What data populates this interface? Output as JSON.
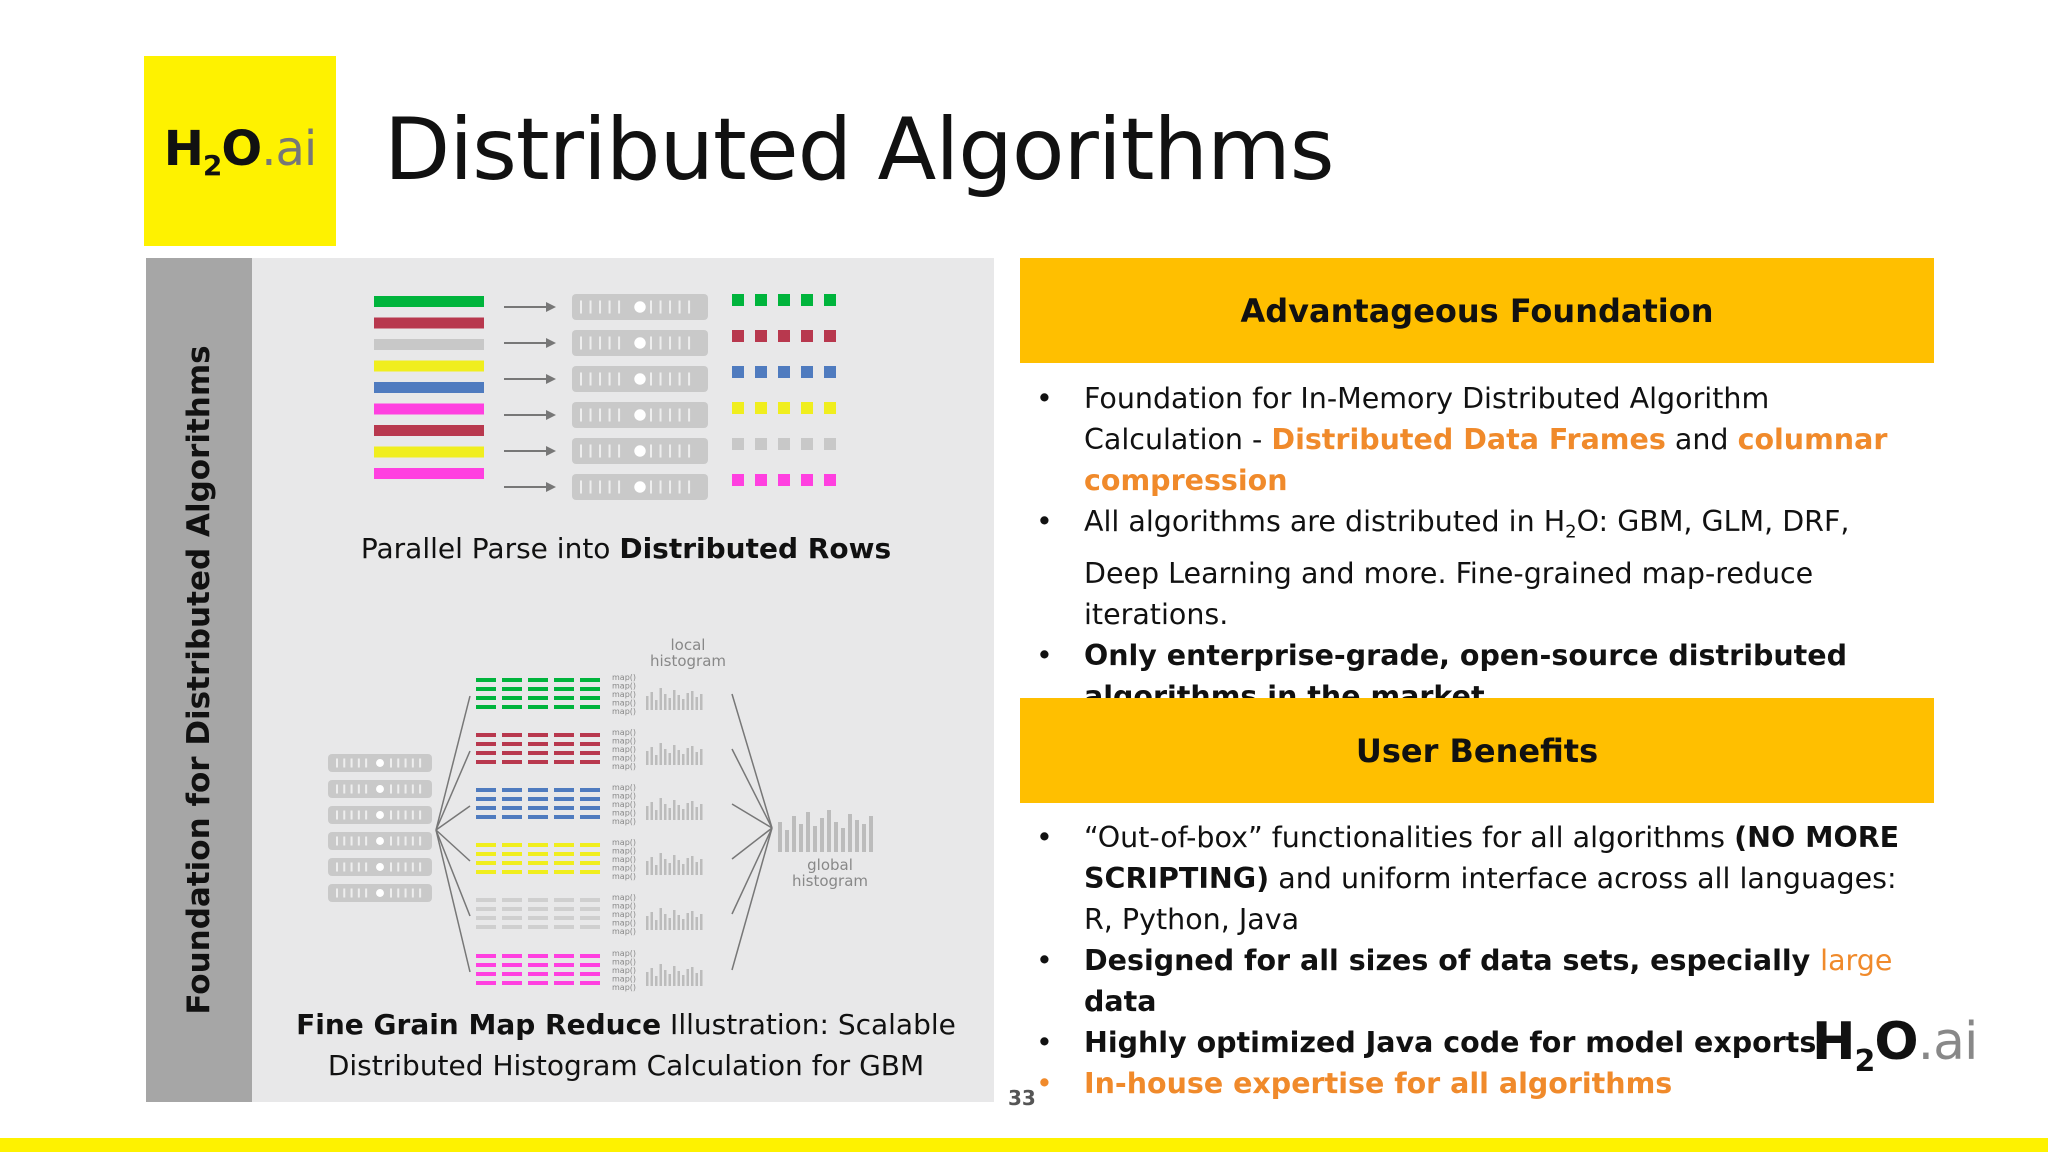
{
  "slide": {
    "title": "Distributed Algorithms",
    "page_number": "33"
  },
  "logo": {
    "h": "H",
    "sub": "2",
    "o": "O",
    "ai": ".ai"
  },
  "left_panel": {
    "side_label": "Foundation for Distributed Algorithms",
    "caption_top_plain": "Parallel Parse into ",
    "caption_top_bold": "Distributed Rows",
    "caption_bottom_bold": "Fine Grain Map Reduce",
    "caption_bottom_plain": " Illustration: Scalable",
    "caption_bottom_line2": "Distributed Histogram Calculation for GBM",
    "local_histogram_label": [
      "local",
      "histogram"
    ],
    "global_histogram_label": [
      "global",
      "histogram"
    ],
    "map_label": "map()",
    "row_colors": [
      "#00b43c",
      "#b8384e",
      "#c8c8c8",
      "#f0ee1e",
      "#4f7bbf",
      "#ff40e0",
      "#b8384e",
      "#f0ee1e",
      "#ff40e0"
    ],
    "chunk_colors": [
      "#00b43c",
      "#b8384e",
      "#4f7bbf",
      "#f0ee1e",
      "#c8c8c8",
      "#ff40e0"
    ],
    "map_colors": [
      "#00b43c",
      "#b8384e",
      "#4f7bbf",
      "#f0ee1e",
      "#cfcfcf",
      "#ff40e0"
    ]
  },
  "sections": [
    {
      "header": "Advantageous Foundation",
      "bullets": [
        {
          "parts": [
            {
              "text": "Foundation for In-Memory Distributed Algorithm Calculation - ",
              "style": "plain"
            },
            {
              "text": "Distributed Data Frames",
              "style": "orange-bold"
            },
            {
              "text": " and ",
              "style": "plain"
            },
            {
              "text": "columnar compression",
              "style": "orange-bold"
            }
          ]
        },
        {
          "parts": [
            {
              "text": "All algorithms are distributed in H",
              "style": "plain"
            },
            {
              "text": "2",
              "style": "sub"
            },
            {
              "text": "O: GBM, GLM, DRF, Deep Learning and more.  Fine-grained map-reduce iterations.",
              "style": "plain"
            }
          ]
        },
        {
          "parts": [
            {
              "text": "Only enterprise-grade, open-source distributed algorithms in the market",
              "style": "bold"
            }
          ]
        }
      ]
    },
    {
      "header": "User Benefits",
      "bullets": [
        {
          "parts": [
            {
              "text": "“Out-of-box” functionalities for all algorithms ",
              "style": "plain"
            },
            {
              "text": "(NO MORE SCRIPTING)",
              "style": "bold"
            },
            {
              "text": " and uniform interface across all languages: R, Python, Java",
              "style": "plain"
            }
          ]
        },
        {
          "parts": [
            {
              "text": "Designed for all sizes of data sets, especially ",
              "style": "bold"
            },
            {
              "text": "large",
              "style": "orange"
            },
            {
              "text": " data",
              "style": "bold"
            }
          ]
        },
        {
          "parts": [
            {
              "text": "Highly optimized Java code for model exports",
              "style": "bold"
            }
          ]
        },
        {
          "parts": [
            {
              "text": "In-house expertise for all algorithms",
              "style": "orange-bold"
            }
          ],
          "bullet_color": "orange"
        }
      ]
    }
  ]
}
